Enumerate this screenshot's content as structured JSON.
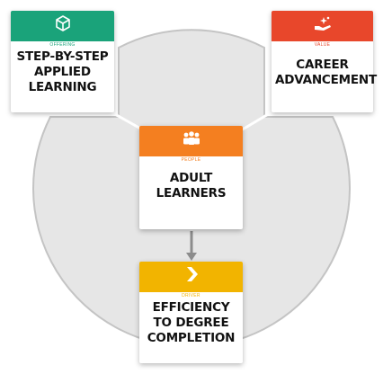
{
  "colors": {
    "offering": "#1aa37a",
    "value": "#e8472b",
    "people": "#f47f20",
    "driver": "#f2b400",
    "circle_fill": "#e6e6e6",
    "circle_stroke": "#c4c4c4",
    "arrow": "#8c8c8c"
  },
  "cards": {
    "offering": {
      "tag": "OFFERING",
      "title_lines": [
        "STEP-BY-STEP",
        "APPLIED",
        "LEARNING"
      ],
      "icon": "box-icon"
    },
    "value": {
      "tag": "VALUE",
      "title_lines": [
        "CAREER",
        "ADVANCEMENT"
      ],
      "icon": "hand-sparkle-icon"
    },
    "people": {
      "tag": "PEOPLE",
      "title_lines": [
        "ADULT",
        "LEARNERS"
      ],
      "icon": "people-icon"
    },
    "driver": {
      "tag": "DRIVER",
      "title_lines": [
        "EFFICIENCY",
        "TO DEGREE",
        "COMPLETION"
      ],
      "icon": "chevron-right-icon"
    }
  }
}
